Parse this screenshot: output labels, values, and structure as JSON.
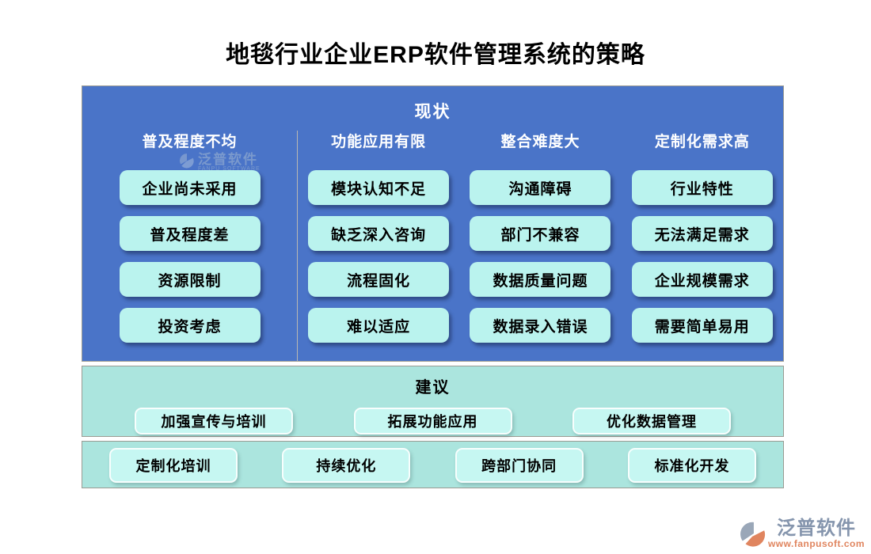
{
  "title": "地毯行业企业ERP软件管理系统的策略",
  "status_panel": {
    "header": "现状",
    "columns": [
      {
        "header": "普及程度不均",
        "items": [
          "企业尚未采用",
          "普及程度差",
          "资源限制",
          "投资考虑"
        ]
      },
      {
        "header": "功能应用有限",
        "items": [
          "模块认知不足",
          "缺乏深入咨询",
          "流程固化",
          "难以适应"
        ]
      },
      {
        "header": "整合难度大",
        "items": [
          "沟通障碍",
          "部门不兼容",
          "数据质量问题",
          "数据录入错误"
        ]
      },
      {
        "header": "定制化需求高",
        "items": [
          "行业特性",
          "无法满足需求",
          "企业规模需求",
          "需要简单易用"
        ]
      }
    ]
  },
  "suggestion_panel": {
    "header": "建议",
    "items": [
      "加强宣传与培训",
      "拓展功能应用",
      "优化数据管理"
    ]
  },
  "action_panel": {
    "items": [
      "定制化培训",
      "持续优化",
      "跨部门协同",
      "标准化开发"
    ]
  },
  "watermark": {
    "brand": "泛普软件",
    "sub": "FANPU SOFTWARE"
  },
  "footer_logo": {
    "brand": "泛普软件",
    "url": "www.fanpusoft.com"
  },
  "colors": {
    "panel_blue": "#4a74c8",
    "status_box": "#baf3ee",
    "panel_teal": "#abe5de",
    "teal_box": "#c6f7f2",
    "logo_gray": "#8595ad",
    "logo_orange": "#e0855f"
  }
}
